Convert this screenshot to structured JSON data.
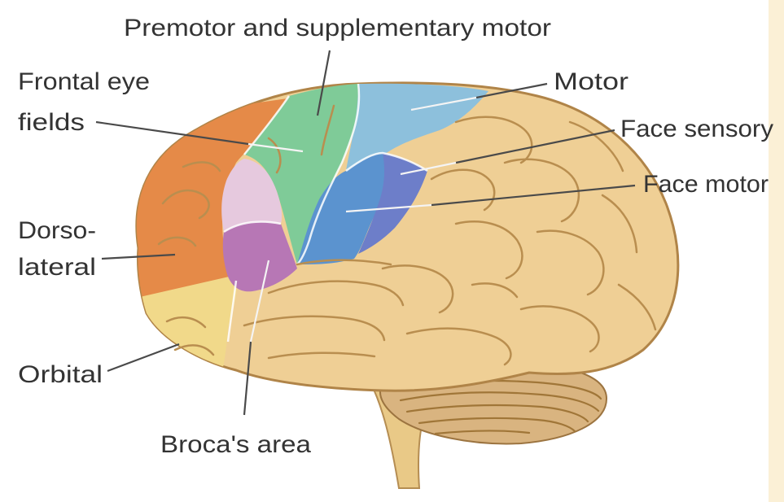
{
  "labels": {
    "premotor": "Premotor and supplementary motor",
    "frontal_eye_line1": "Frontal eye",
    "frontal_eye_line2": "fields",
    "motor": "Motor",
    "face_sensory": "Face sensory",
    "face_motor": "Face motor",
    "dorso_line1": "Dorso-",
    "dorso_line2": "lateral",
    "orbital": "Orbital",
    "broca": "Broca's area"
  },
  "colors": {
    "brain_base": "#efcf95",
    "dorsolateral": "#e58a48",
    "orbital": "#f1d98a",
    "premotor": "#7fcb98",
    "motor": "#8dc0dc",
    "face_motor": "#5b93cf",
    "face_sensory": "#6d7ec9",
    "frontal_eye_fields": "#e6c9de",
    "broca": "#b777b5",
    "cerebellum": "#d9b480",
    "brainstem": "#e9c987"
  }
}
